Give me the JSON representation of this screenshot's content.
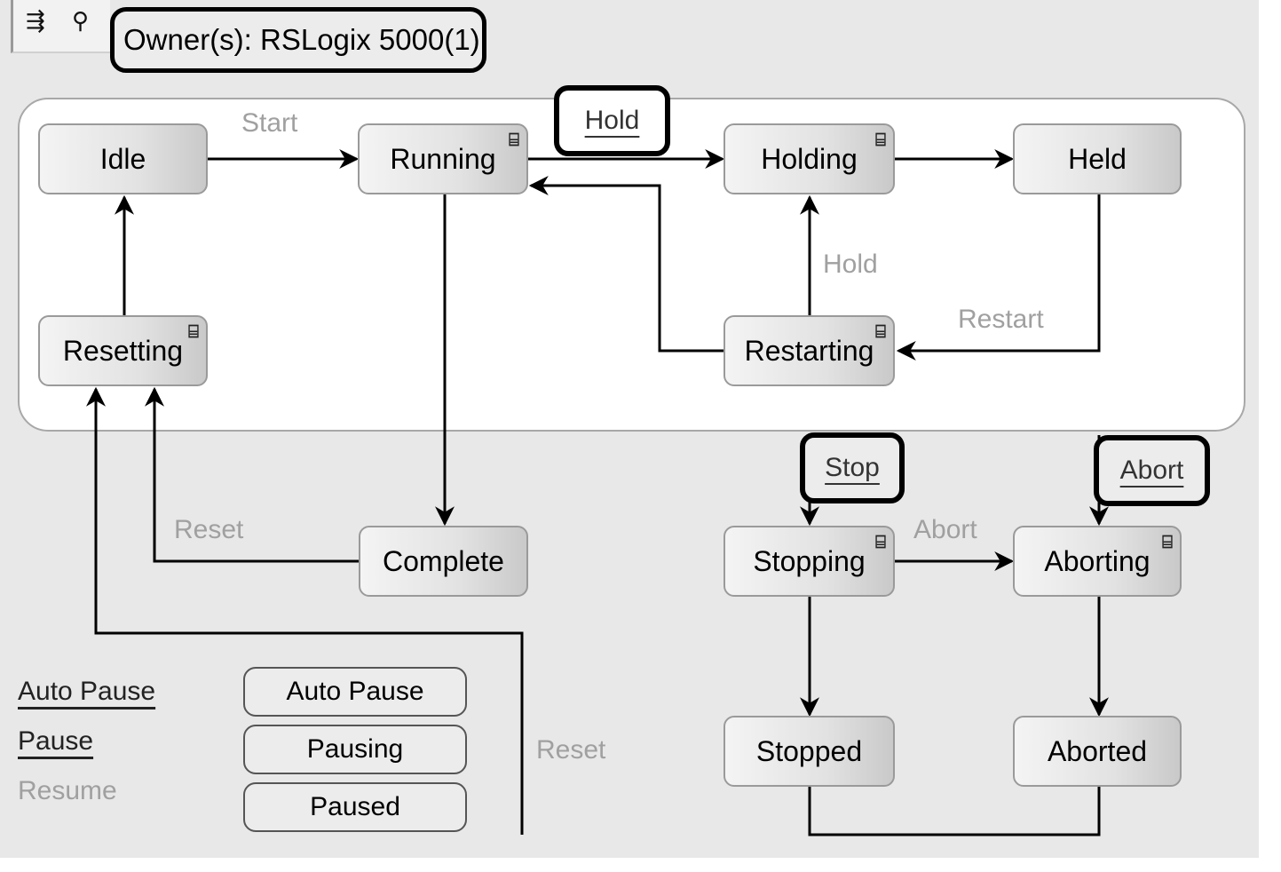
{
  "header": {
    "tool_icons": [
      "sequence-arrow-icon",
      "tree-nodes-icon"
    ],
    "owner_label": "Owner(s): RSLogix 5000(1)"
  },
  "states": {
    "idle": "Idle",
    "running": "Running",
    "holding": "Holding",
    "held": "Held",
    "resetting": "Resetting",
    "restarting": "Restarting",
    "complete": "Complete",
    "stopping": "Stopping",
    "aborting": "Aborting",
    "stopped": "Stopped",
    "aborted": "Aborted"
  },
  "state_flag_glyph": "⌸",
  "transitions": {
    "start": "Start",
    "hold_internal": "Hold",
    "restart": "Restart",
    "reset_complete": "Reset",
    "abort_internal": "Abort",
    "reset_bottom": "Reset"
  },
  "commands": {
    "hold": "Hold",
    "stop": "Stop",
    "abort": "Abort"
  },
  "pause_legend": {
    "links": [
      {
        "label": "Auto Pause",
        "state": "active"
      },
      {
        "label": "Pause",
        "state": "active"
      },
      {
        "label": "Resume",
        "state": "disabled"
      }
    ],
    "boxes": [
      "Auto Pause",
      "Pausing",
      "Paused"
    ]
  },
  "colors": {
    "background": "#e8e8e8",
    "group_fill": "#ffffff",
    "disabled_text": "#a0a0a0",
    "line": "#000000"
  }
}
